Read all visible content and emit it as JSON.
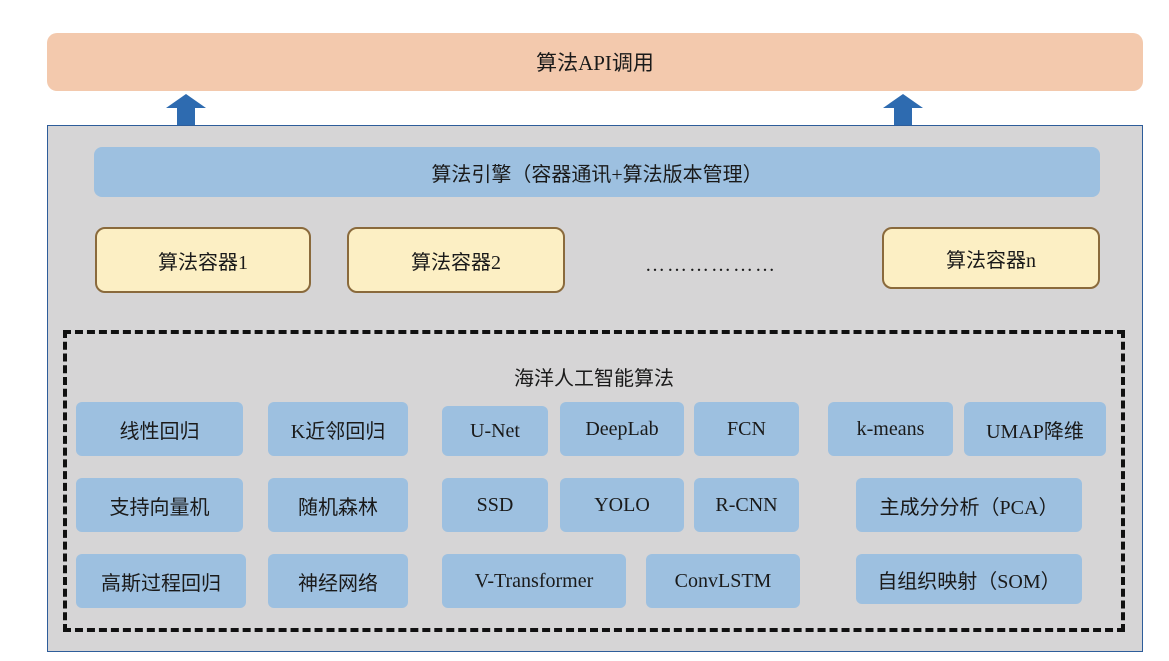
{
  "api_bar": {
    "label": "算法API调用"
  },
  "engine": {
    "label": "算法引擎（容器通讯+算法版本管理）"
  },
  "containers": [
    {
      "label": "算法容器1"
    },
    {
      "label": "算法容器2"
    },
    {
      "label": "算法容器n"
    }
  ],
  "ellipsis": "………………",
  "ocean_section": {
    "title": "海洋人工智能算法",
    "algorithms": [
      "线性回归",
      "K近邻回归",
      "U-Net",
      "DeepLab",
      "FCN",
      "k-means",
      "UMAP降维",
      "支持向量机",
      "随机森林",
      "SSD",
      "YOLO",
      "R-CNN",
      "主成分分析（PCA）",
      "高斯过程回归",
      "神经网络",
      "V-Transformer",
      "ConvLSTM",
      "自组织映射（SOM）"
    ]
  },
  "colors": {
    "api_bar": "#f3c9ad",
    "panel": "#d6d5d6",
    "panel_border": "#2e5d9a",
    "box_blue": "#9dc0e0",
    "container_fill": "#fcefc4",
    "container_border": "#8a6a3c",
    "arrow": "#2e6bb0"
  }
}
